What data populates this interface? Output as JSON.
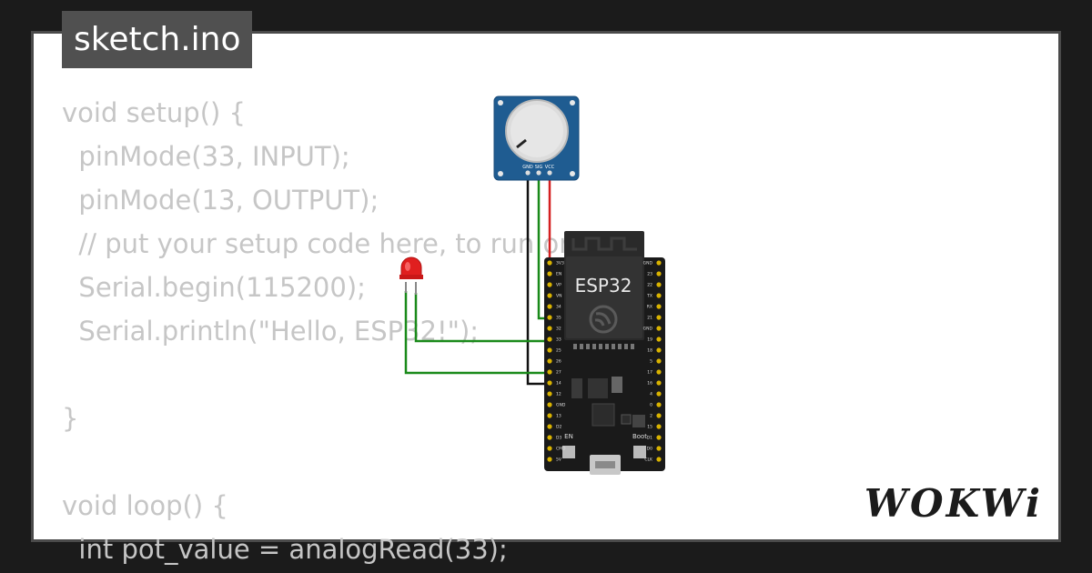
{
  "file_tab": {
    "label": "sketch.ino"
  },
  "code_lines": [
    "void setup() {",
    "  pinMode(33, INPUT);",
    "  pinMode(13, OUTPUT);",
    "  // put your setup code here, to run once:",
    "  Serial.begin(115200);",
    "  Serial.println(\"Hello, ESP32!\");",
    "",
    "}",
    "",
    "void loop() {",
    "  int pot_value = analogRead(33);"
  ],
  "board": {
    "label": "ESP32",
    "button_en": "EN",
    "button_boot": "Boot",
    "left_pins": [
      "3V3",
      "EN",
      "VP",
      "VN",
      "34",
      "35",
      "32",
      "33",
      "25",
      "26",
      "27",
      "14",
      "12",
      "GND",
      "13",
      "D2",
      "D3",
      "CMD",
      "5V"
    ],
    "right_pins": [
      "GND",
      "23",
      "22",
      "TX",
      "RX",
      "21",
      "GND",
      "19",
      "18",
      "5",
      "17",
      "16",
      "4",
      "0",
      "2",
      "15",
      "D1",
      "D0",
      "CLK"
    ]
  },
  "potentiometer": {
    "pins": [
      "GND",
      "SIG",
      "VCC"
    ]
  },
  "brand": {
    "logo": "WOKWi"
  },
  "colors": {
    "background": "#1b1b1b",
    "card": "#ffffff",
    "code_text": "#c6c6c6",
    "board": "#1a1a1a",
    "pot_body": "#1f5c91",
    "wire_green": "#1a8a1a",
    "wire_red": "#d42020",
    "wire_black": "#111111",
    "led": "#e01f1f"
  }
}
